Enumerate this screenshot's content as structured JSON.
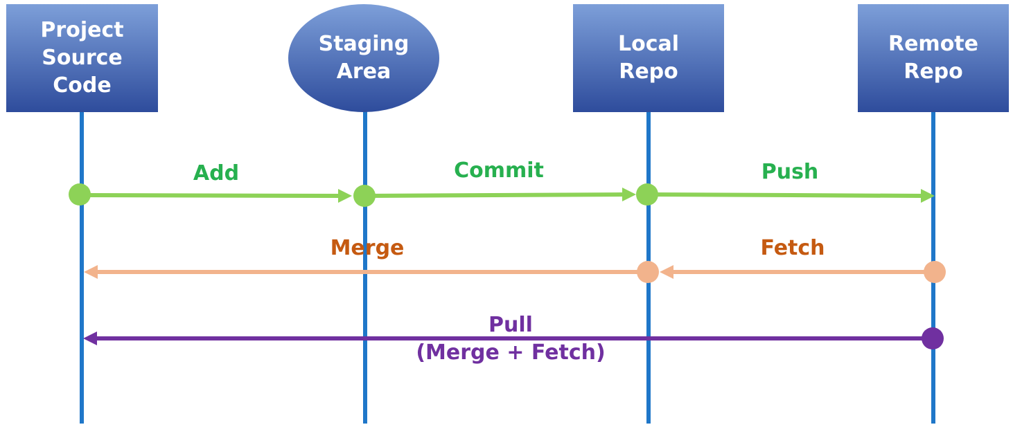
{
  "nodes": {
    "project_source": {
      "label": "Project\nSource\nCode",
      "shape": "rect"
    },
    "staging_area": {
      "label": "Staging\nArea",
      "shape": "ellipse"
    },
    "local_repo": {
      "label": "Local\nRepo",
      "shape": "rect"
    },
    "remote_repo": {
      "label": "Remote\nRepo",
      "shape": "rect"
    }
  },
  "flows": {
    "add": {
      "label": "Add",
      "from": "project_source",
      "to": "staging_area"
    },
    "commit": {
      "label": "Commit",
      "from": "staging_area",
      "to": "local_repo"
    },
    "push": {
      "label": "Push",
      "from": "local_repo",
      "to": "remote_repo"
    },
    "fetch": {
      "label": "Fetch",
      "from": "remote_repo",
      "to": "local_repo"
    },
    "merge": {
      "label": "Merge",
      "from": "local_repo",
      "to": "project_source"
    },
    "pull": {
      "label": "Pull\n(Merge + Fetch)",
      "from": "remote_repo",
      "to": "project_source"
    }
  },
  "colors": {
    "node_gradient_top": "#7d9fd9",
    "node_gradient_bottom": "#2e4c9c",
    "lifeline": "#1f77c9",
    "green_arrow": "#8dd257",
    "green_label": "#27b04f",
    "orange_arrow": "#f2b38c",
    "orange_label": "#c55a11",
    "purple": "#7030a0"
  }
}
